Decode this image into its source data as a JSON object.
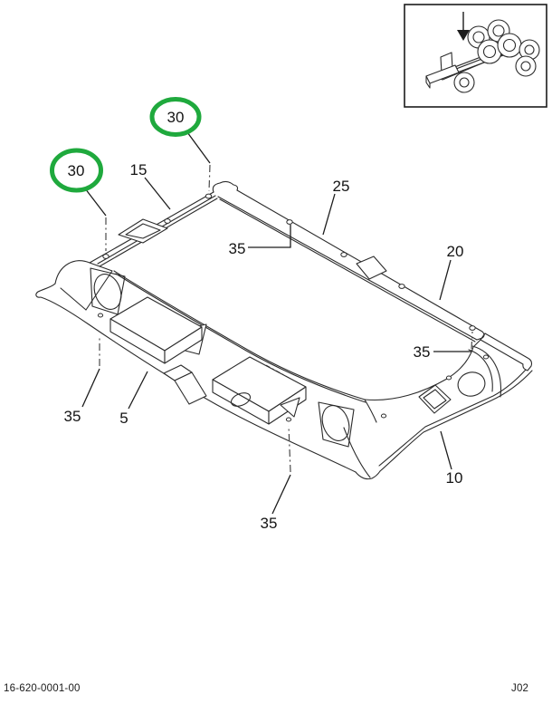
{
  "document": {
    "kind": "parts-catalog-figure",
    "subject": "cab headliner / roof trim panel assembly"
  },
  "callouts": [
    {
      "label": "30",
      "highlighted": true
    },
    {
      "label": "30",
      "highlighted": true
    },
    {
      "label": "15",
      "highlighted": false
    },
    {
      "label": "25",
      "highlighted": false
    },
    {
      "label": "20",
      "highlighted": false
    },
    {
      "label": "35",
      "highlighted": false
    },
    {
      "label": "35",
      "highlighted": false
    },
    {
      "label": "35",
      "highlighted": false
    },
    {
      "label": "35",
      "highlighted": false
    },
    {
      "label": "5",
      "highlighted": false
    },
    {
      "label": "10",
      "highlighted": false
    }
  ],
  "footer": {
    "part_number": "16-620-0001-00",
    "page_code": "J02"
  },
  "colors": {
    "highlight_green": "#1fa93d",
    "line": "#2b2b2b",
    "background": "#ffffff"
  },
  "inset": {
    "icon": "truck-chassis-location-arrow"
  }
}
